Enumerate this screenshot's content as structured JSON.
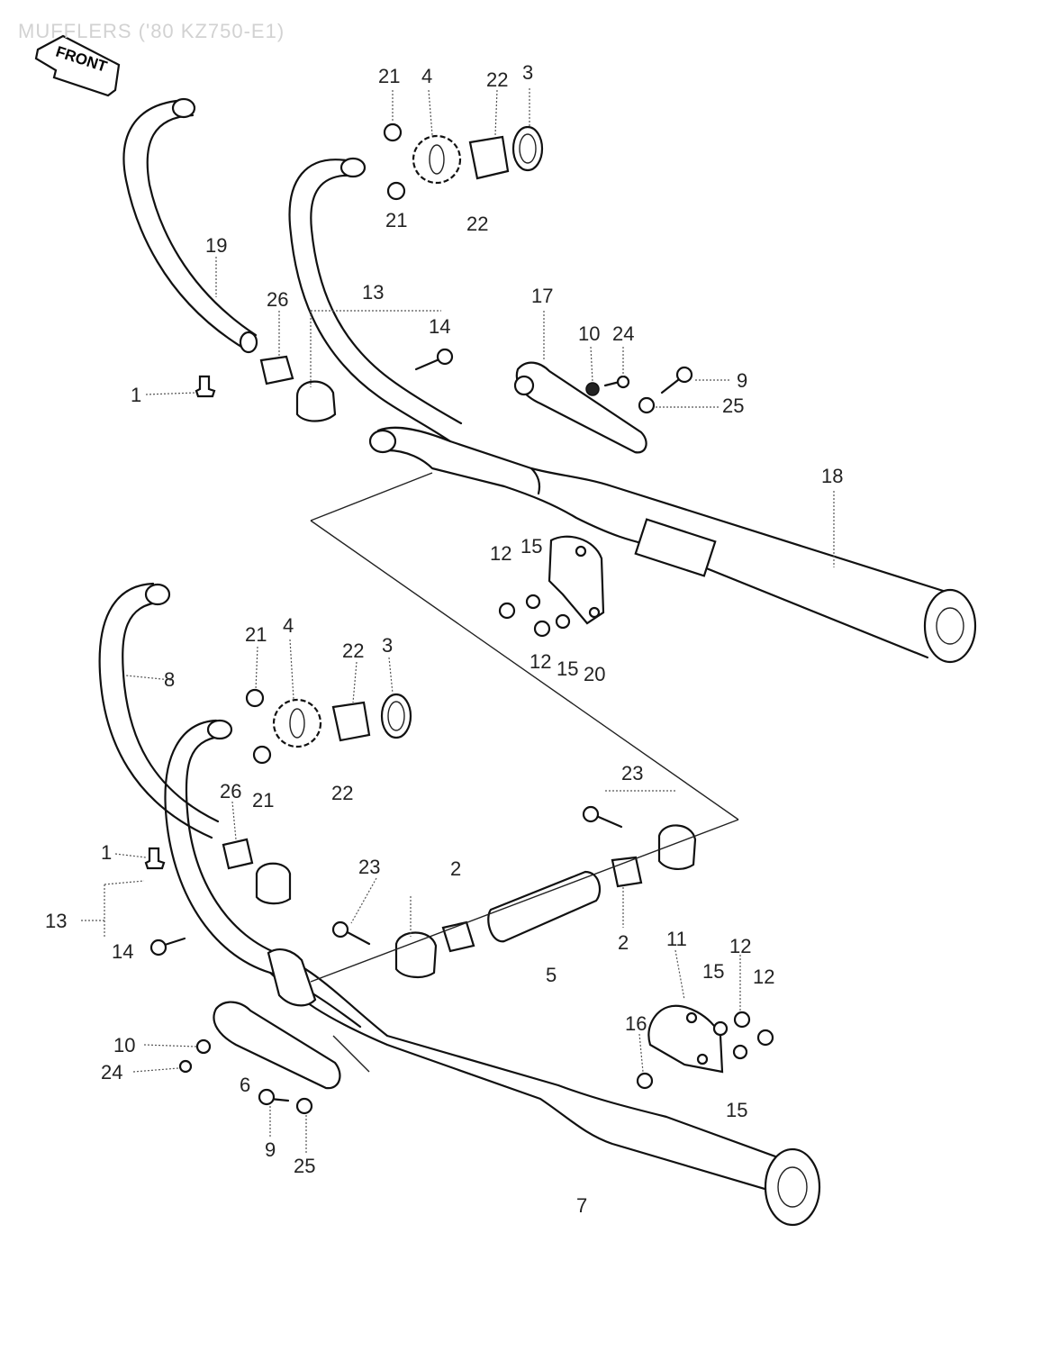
{
  "title": "MUFFLERS ('80 KZ750-E1)",
  "front_badge": "FRONT",
  "callouts": {
    "c21a": "21",
    "c4a": "4",
    "c22a": "22",
    "c3a": "3",
    "c21b": "21",
    "c22b": "22",
    "c19": "19",
    "c26a": "26",
    "c13a": "13",
    "c14a": "14",
    "c17": "17",
    "c10a": "10",
    "c24a": "24",
    "c9a": "9",
    "c25a": "25",
    "c1a": "1",
    "c18": "18",
    "c12a": "12",
    "c15a": "15",
    "c12b": "12",
    "c15b": "15",
    "c20": "20",
    "c8": "8",
    "c21c": "21",
    "c4b": "4",
    "c22c": "22",
    "c3b": "3",
    "c21d": "21",
    "c22d": "22",
    "c26b": "26",
    "c23a": "23",
    "c1b": "1",
    "c13b": "13",
    "c14b": "14",
    "c23b": "23",
    "c2a": "2",
    "c2b": "2",
    "c5": "5",
    "c11": "11",
    "c12c": "12",
    "c15c": "15",
    "c12d": "12",
    "c16": "16",
    "c15d": "15",
    "c10b": "10",
    "c24b": "24",
    "c6": "6",
    "c9b": "9",
    "c25b": "25",
    "c7": "7"
  }
}
